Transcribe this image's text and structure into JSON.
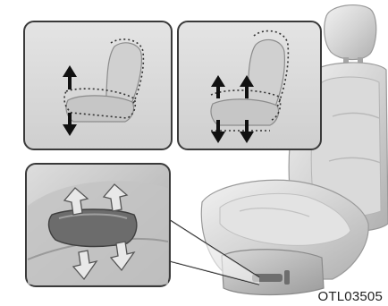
{
  "figure": {
    "reference_code": "OTL03505"
  },
  "panels": [
    {
      "id": "seat-cushion-tilt",
      "arrows": [
        "up",
        "down"
      ]
    },
    {
      "id": "seat-height",
      "arrows": [
        "up",
        "up",
        "down",
        "down"
      ]
    },
    {
      "id": "switch-closeup",
      "arrows": [
        "up-left",
        "up-right",
        "down-left",
        "down-right"
      ]
    }
  ],
  "colors": {
    "panel_bg": "#dcdcdc",
    "panel_border": "#3a3a3a",
    "seat_light": "#e9e9e9",
    "seat_mid": "#c9c9c9",
    "seat_dark": "#9a9a9a",
    "arrow_dark": "#111111",
    "outline_dotted": "#333333"
  }
}
